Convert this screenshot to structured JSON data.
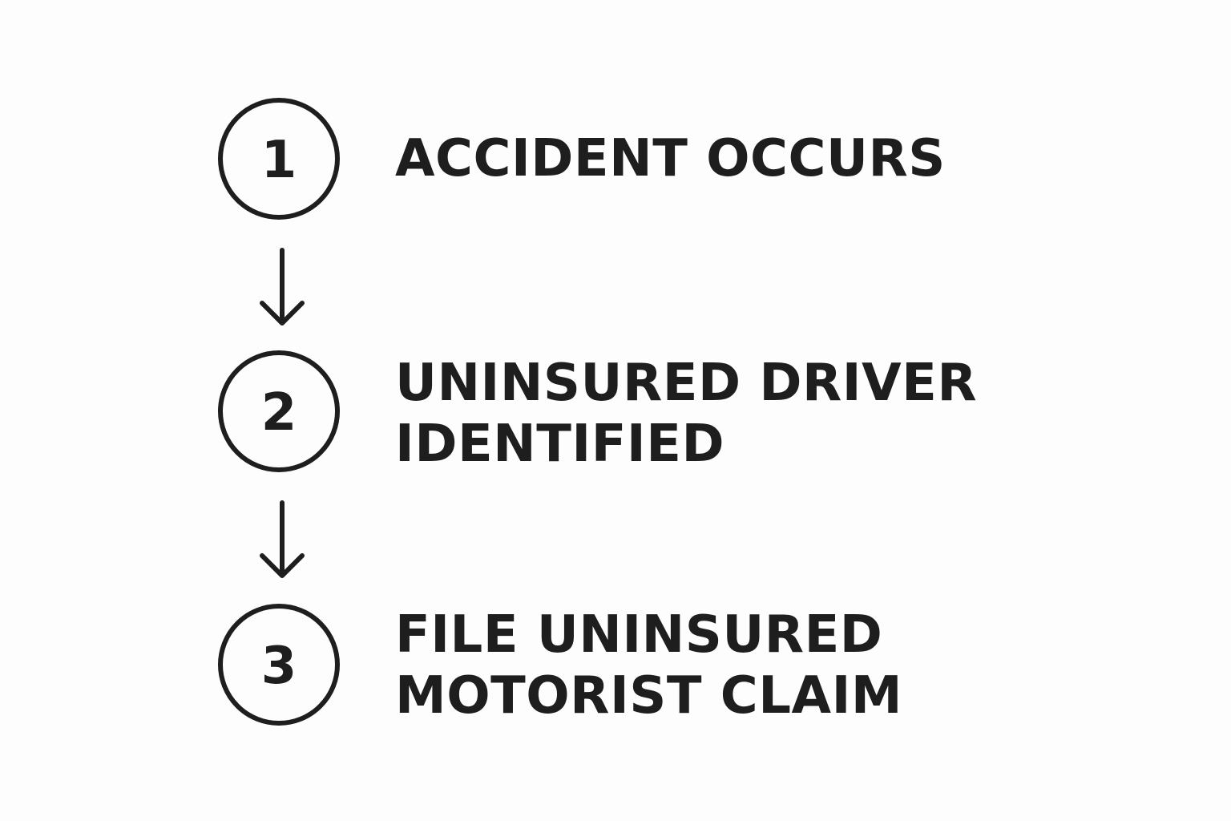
{
  "steps": [
    {
      "number": "1",
      "label_lines": [
        "ACCIDENT OCCURS"
      ]
    },
    {
      "number": "2",
      "label_lines": [
        "UNINSURED DRIVER",
        "IDENTIFIED"
      ]
    },
    {
      "number": "3",
      "label_lines": [
        "FILE UNINSURED",
        "MOTORIST CLAIM"
      ]
    }
  ],
  "colors": {
    "stroke": "#1e1e1e",
    "text": "#1e1e1e",
    "background": "#fdfdfd"
  },
  "icons": {
    "connector": "arrow-down-icon"
  }
}
